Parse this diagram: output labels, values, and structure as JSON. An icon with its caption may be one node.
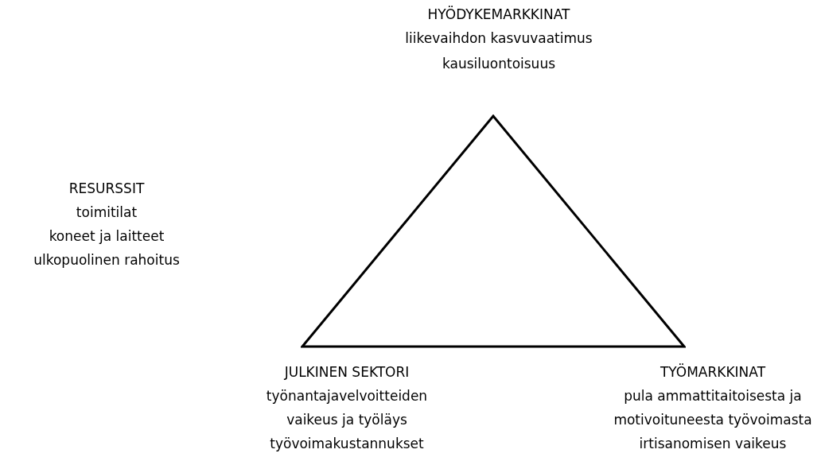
{
  "diagram": {
    "nodes": [
      {
        "text": [],
        "shape": "triangle"
      }
    ],
    "labels": [
      "HYÖDYKEMARKKINAT",
      "liikevaihdon kasvuvaatimus",
      "kausiluontoisuus",
      "RESURSSIT",
      "toimitilat",
      "koneet ja laitteet",
      "ulkopuolinen rahoitus",
      "JULKINEN SEKTORI",
      "työnantajavelvoitteiden vaikeus ja työläys",
      "työvoimakustannukset",
      "TYÖMARKKINAT",
      "pula ammattitaitoisesta ja motivoituneesta työvoimasta",
      "irtisanomisen vaikeus"
    ]
  }
}
